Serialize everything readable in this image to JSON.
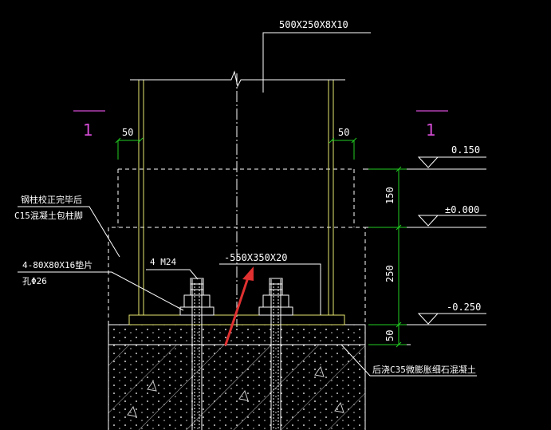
{
  "labels": {
    "section_size": "500X250X8X10",
    "plate": "-550X350X20",
    "bolts": "4 M24",
    "washer_line1": "4-80X80X16垫片",
    "washer_line2": "孔Φ26",
    "encase_line1": "钢柱校正完毕后",
    "encase_line2": "C15混凝土包柱脚",
    "grout": "后浇C35微膨胀细石混凝土"
  },
  "section_marks": [
    "1",
    "1"
  ],
  "dimensions": {
    "left_offset": "50",
    "right_offset": "50",
    "upper_height": "150",
    "middle_height": "250",
    "bottom_height": "50"
  },
  "elevations": {
    "top": "0.150",
    "zero": "±0.000",
    "bottom": "-0.250"
  },
  "colors": {
    "background": "#000000",
    "line": "#ffffff",
    "column": "#e8e870",
    "section_mark": "#d24bd2",
    "dimension": "#22cc22",
    "arrow": "#e03030",
    "hatch": "#bdbdbd"
  }
}
